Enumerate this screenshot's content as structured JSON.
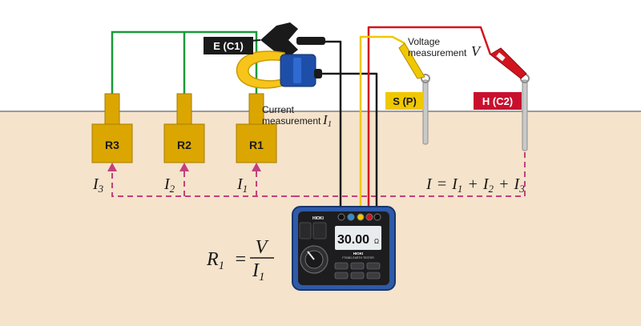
{
  "colors": {
    "ground": "#f5e3cb",
    "sky": "#ffffff",
    "surface_line": "#9a9a9a",
    "electrode_fill": "#dba600",
    "electrode_stroke": "#a87c00",
    "green_wire": "#1a9a3a",
    "yellow_wire": "#f0c800",
    "red_wire": "#d2141e",
    "black_wire": "#1a1a1a",
    "current_path": "#c2417e",
    "clamp_yellow": "#f7c51a",
    "clamp_blue": "#1d4fa8",
    "meter_body": "#2e5aa8",
    "meter_face": "#1d1d1f",
    "label_black_bg": "#1a1a1a",
    "label_yellow_bg": "#f0c800",
    "label_red_bg": "#c8102e"
  },
  "electrodes": [
    {
      "id": "R3",
      "label": "R3"
    },
    {
      "id": "R2",
      "label": "R2"
    },
    {
      "id": "R1",
      "label": "R1"
    }
  ],
  "currents": {
    "i3": {
      "main": "I",
      "sub": "3"
    },
    "i2": {
      "main": "I",
      "sub": "2"
    },
    "i1": {
      "main": "I",
      "sub": "1"
    }
  },
  "terminal_labels": {
    "e": "E (C1)",
    "s": "S (P)",
    "h": "H (C2)"
  },
  "annotations": {
    "voltage_line1": "Voltage",
    "voltage_line2": "measurement",
    "voltage_symbol": "V",
    "current_line1": "Current",
    "current_line2": "measurement",
    "current_symbol": "I",
    "current_symbol_sub": "1"
  },
  "total_current_equation": {
    "lhs": "I",
    "eq": "=",
    "t1": "I",
    "t1_sub": "1",
    "plus1": "+",
    "t2": "I",
    "t2_sub": "2",
    "plus2": "+",
    "t3": "I",
    "t3_sub": "3"
  },
  "resistance_formula": {
    "lhs": "R",
    "lhs_sub": "1",
    "eq": "=",
    "numerator": "V",
    "denominator": "I",
    "denominator_sub": "1"
  },
  "meter": {
    "brand": "HIOKI",
    "display_value": "30.00",
    "display_unit": "Ω",
    "model_text": "HIOKI",
    "sub_text": "FT6381 EARTH TESTER"
  }
}
